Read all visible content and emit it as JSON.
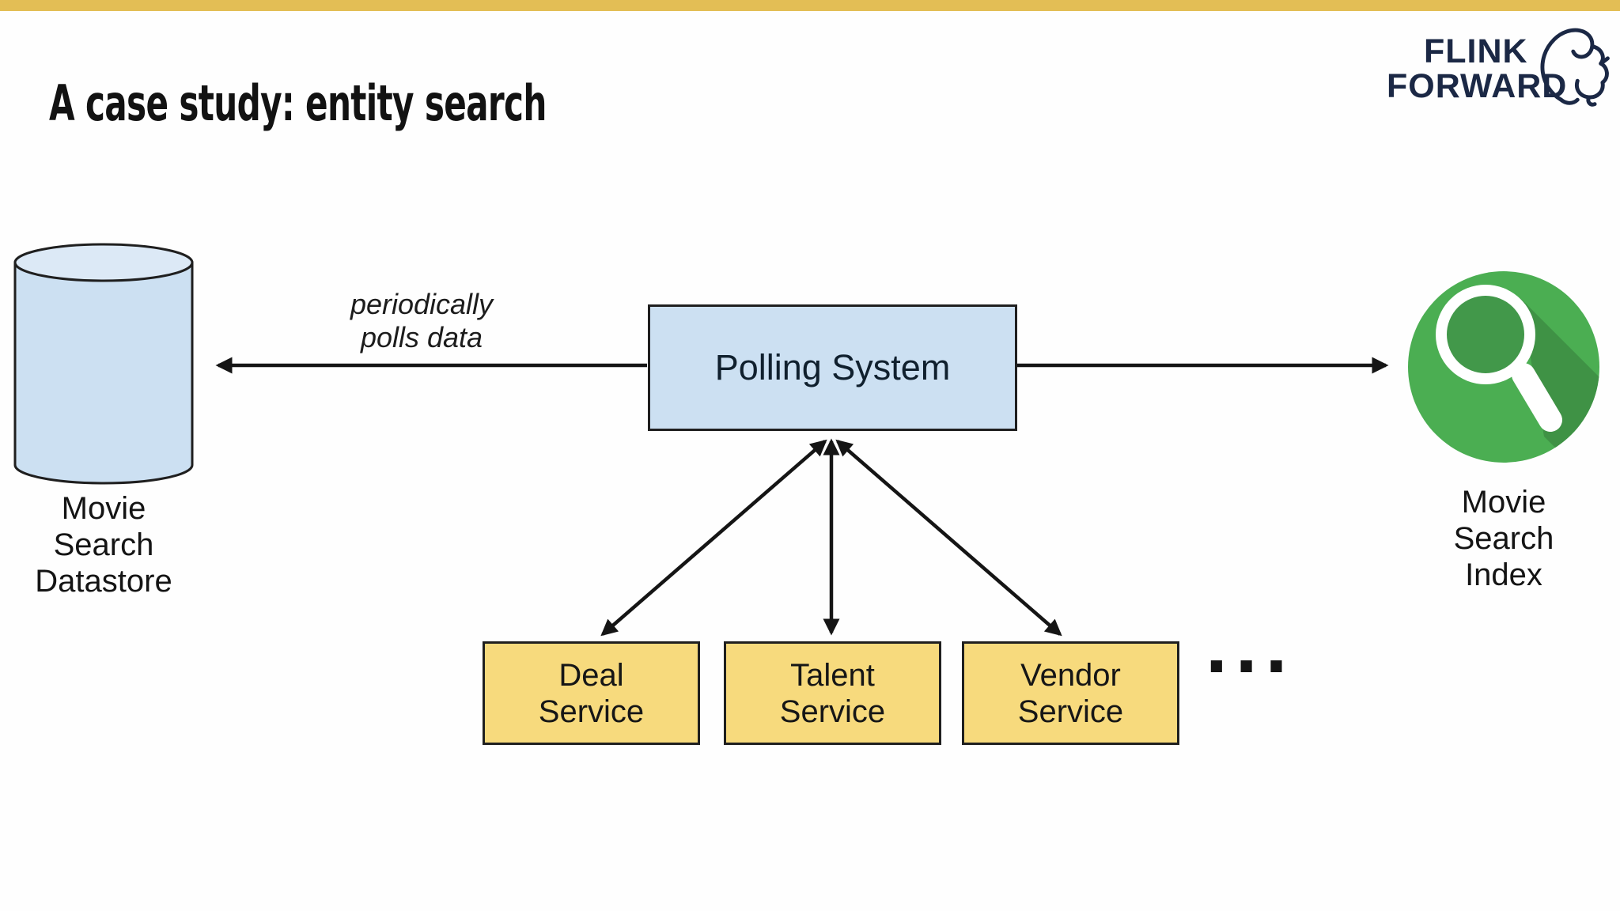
{
  "slide": {
    "title": "A case study: entity search",
    "logo": {
      "line1": "FLINK",
      "line2": "FORWARD"
    },
    "icons": {
      "logo": "squirrel-icon",
      "datastore": "database-cylinder-icon",
      "search_index": "search-magnifier-icon"
    },
    "colors": {
      "accent_bar": "#E3BE55",
      "logo_navy": "#1B2845",
      "node_blue": "#CCE0F2",
      "node_blue_top": "#DCE9F6",
      "node_border": "#1F1F1F",
      "service_yellow": "#F7DA7D",
      "green": "#4BAE52",
      "green_shadow": "#3F9245",
      "green_lens": "#42984A",
      "arrow": "#151515"
    },
    "diagram": {
      "datastore": {
        "label": [
          "Movie",
          "Search",
          "Datastore"
        ]
      },
      "poll_annotation": [
        "periodically",
        "polls data"
      ],
      "polling_system": {
        "label": "Polling System"
      },
      "search_index": {
        "label": [
          "Movie",
          "Search",
          "Index"
        ]
      },
      "services": [
        {
          "label": [
            "Deal",
            "Service"
          ]
        },
        {
          "label": [
            "Talent",
            "Service"
          ]
        },
        {
          "label": [
            "Vendor",
            "Service"
          ]
        }
      ],
      "ellipsis": "..."
    }
  }
}
